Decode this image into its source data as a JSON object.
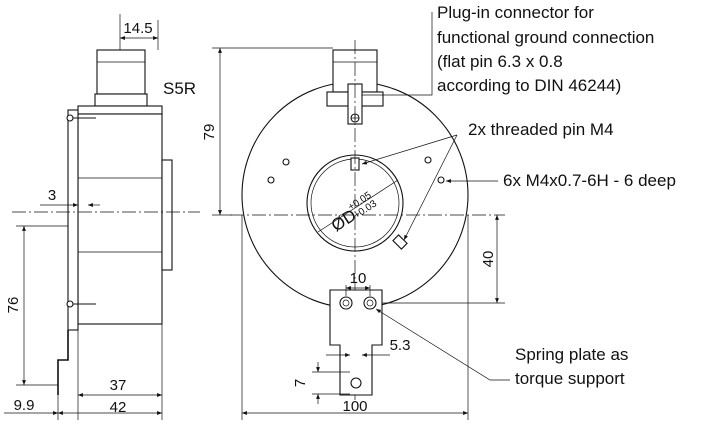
{
  "side_view": {
    "dim_width_top": "14.5",
    "connector_label": "S5R",
    "dim_height_79": "79",
    "dim_offset_3": "3",
    "dim_height_76": "76",
    "dim_37": "37",
    "dim_9_9": "9.9",
    "dim_42": "42"
  },
  "front_view": {
    "callout_connector": [
      "Plug-in connector for",
      "functional ground connection",
      "(flat pin 6.3 x 0.8",
      "according to DIN 46244)"
    ],
    "callout_threaded_pin": "2x threaded pin M4",
    "callout_holes": "6x M4x0.7-6H - 6 deep",
    "diameter_symbol": "ØD",
    "tol_upper": "+0.05",
    "tol_lower": "+0.03",
    "dim_40": "40",
    "dim_10": "10",
    "dim_5_3": "5.3",
    "dim_7": "7",
    "dim_100": "100",
    "callout_spring": [
      "Spring plate as",
      "torque support"
    ]
  }
}
